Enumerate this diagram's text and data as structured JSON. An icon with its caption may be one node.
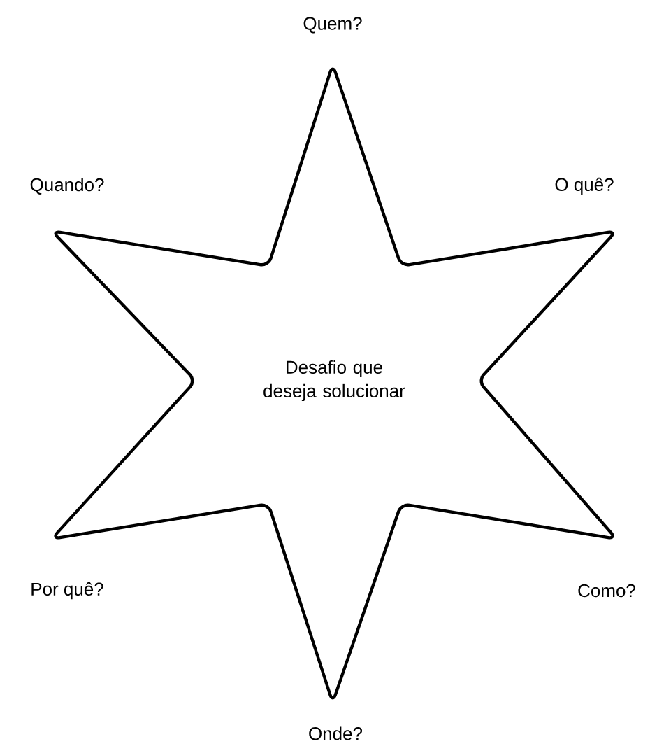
{
  "diagram": {
    "nodes": [
      {
        "text": [
          "Desafio que deseja solucionar"
        ]
      }
    ],
    "labels": [
      "Quem?",
      "Quando?",
      "O quê?",
      "Por quê?",
      "Como?",
      "Onde?"
    ]
  }
}
